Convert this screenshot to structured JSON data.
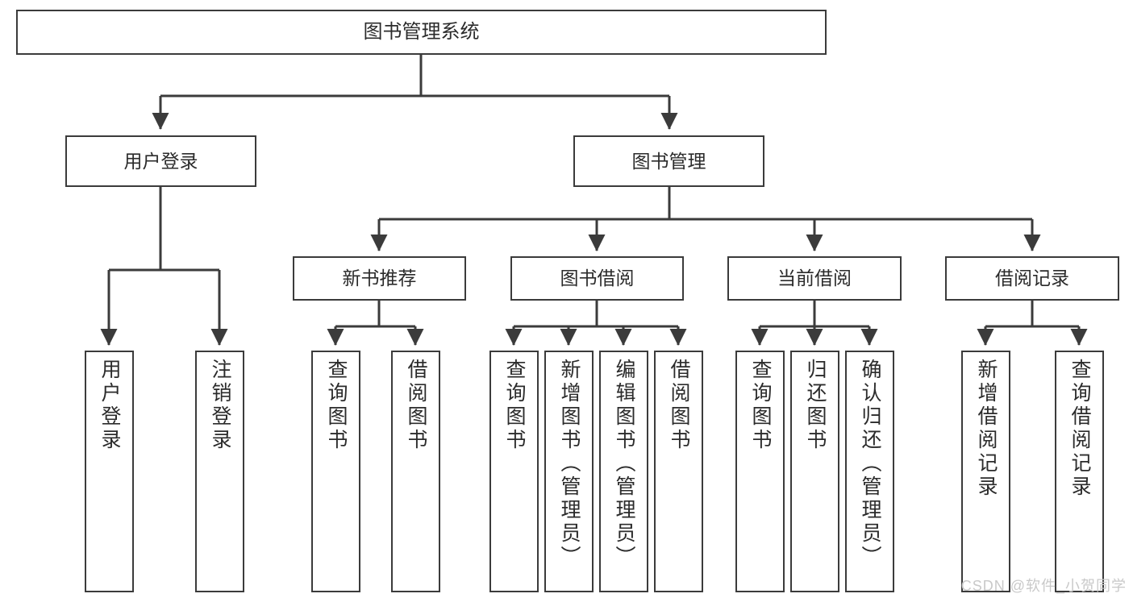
{
  "diagram": {
    "title": "图书管理系统",
    "watermark": "CSDN @软件_小贺同学",
    "colors": {
      "box_border": "#3b3b3b",
      "box_fill": "#ffffff",
      "connector": "#3b3b3b",
      "text": "#2b2b2b",
      "watermark": "#c9c9c9",
      "background": "#ffffff"
    },
    "root": {
      "label": "图书管理系统"
    },
    "level2": [
      {
        "label": "用户登录"
      },
      {
        "label": "图书管理"
      }
    ],
    "level3": [
      {
        "label": "新书推荐"
      },
      {
        "label": "图书借阅"
      },
      {
        "label": "当前借阅"
      },
      {
        "label": "借阅记录"
      }
    ],
    "leaves": {
      "user_login": [
        {
          "label": "用户登录"
        },
        {
          "label": "注销登录"
        }
      ],
      "new_book_recommend": [
        {
          "label": "查询图书"
        },
        {
          "label": "借阅图书"
        }
      ],
      "book_borrow": [
        {
          "label": "查询图书"
        },
        {
          "label": "新增图书（管理员）"
        },
        {
          "label": "编辑图书（管理员）"
        },
        {
          "label": "借阅图书"
        }
      ],
      "current_borrow": [
        {
          "label": "查询图书"
        },
        {
          "label": "归还图书"
        },
        {
          "label": "确认归还（管理员）"
        }
      ],
      "borrow_record": [
        {
          "label": "新增借阅记录"
        },
        {
          "label": "查询借阅记录"
        }
      ]
    }
  }
}
